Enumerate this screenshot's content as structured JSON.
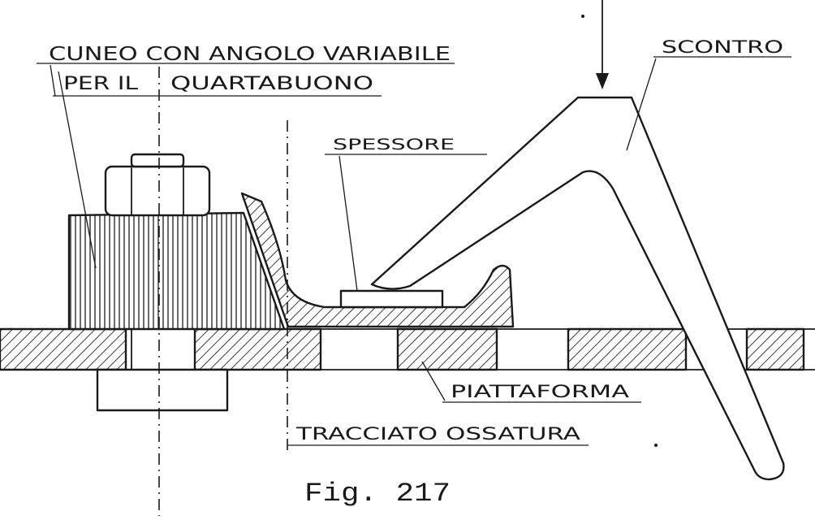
{
  "labels": {
    "cuneo_line1": "CUNEO CON ANGOLO VARIABILE",
    "per_il": "PER IL",
    "quartabuono": "QUARTABUONO",
    "scontro": "SCONTRO",
    "spessore": "SPESSORE",
    "piattaforma": "PIATTAFORMA",
    "tracciato_ossatura": "TRACCIATO OSSATURA"
  },
  "caption": "Fig. 217",
  "colors": {
    "ink": "#1a1a1a",
    "paper": "#ffffff"
  }
}
